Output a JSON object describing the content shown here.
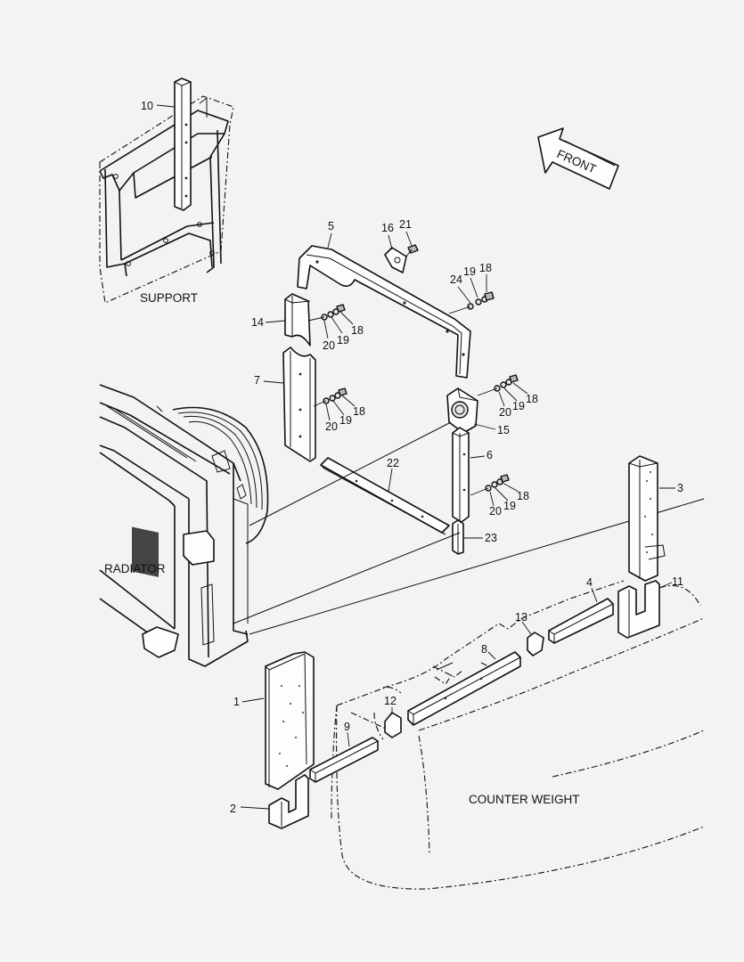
{
  "labels": {
    "support": "SUPPORT",
    "radiator": "RADIATOR",
    "counter_weight": "COUNTER WEIGHT",
    "front": "FRONT"
  },
  "callouts": {
    "c1": "1",
    "c2": "2",
    "c3": "3",
    "c4": "4",
    "c5": "5",
    "c6": "6",
    "c7": "7",
    "c8": "8",
    "c9": "9",
    "c10": "10",
    "c11": "11",
    "c12": "12",
    "c13": "13",
    "c14": "14",
    "c15": "15",
    "c16": "16",
    "c21": "21",
    "c22": "22",
    "c23": "23",
    "c24": "24",
    "g1_18": "18",
    "g1_19": "19",
    "g2_20": "20",
    "g2_19": "19",
    "g2_18": "18",
    "g3_20": "20",
    "g3_19": "19",
    "g3_18": "18",
    "g4_20": "20",
    "g4_19": "19",
    "g4_18": "18",
    "g5_20": "20",
    "g5_19": "19",
    "g5_18": "18"
  }
}
